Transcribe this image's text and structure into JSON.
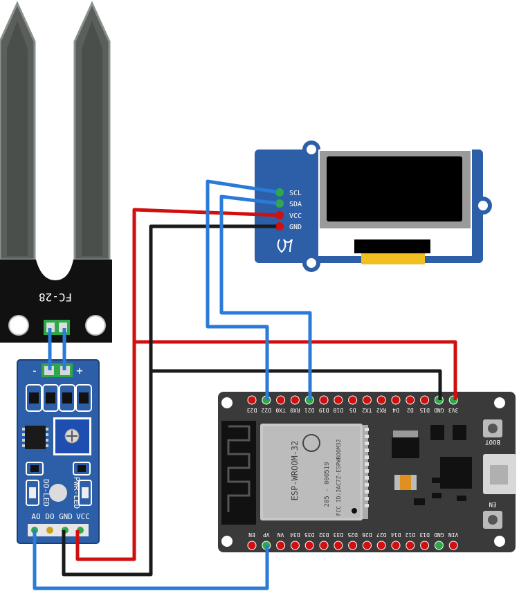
{
  "soil_sensor": {
    "model": "FC-28",
    "pin_minus": "-",
    "pin_plus": "+"
  },
  "comparator_module": {
    "led_do": "DO-LED",
    "led_pwr": "PWR-LED",
    "pins": [
      "AO",
      "DO",
      "GND",
      "VCC"
    ]
  },
  "oled": {
    "pins": [
      "SCL",
      "SDA",
      "VCC",
      "GND"
    ]
  },
  "esp32": {
    "top_pins": [
      "D23",
      "D22",
      "TX0",
      "RX0",
      "D21",
      "D19",
      "D18",
      "D5",
      "TX2",
      "RX2",
      "D4",
      "D2",
      "D15",
      "GND",
      "3V3"
    ],
    "bottom_pins": [
      "EN",
      "VP",
      "VN",
      "D34",
      "D35",
      "D32",
      "D33",
      "D25",
      "D26",
      "D27",
      "D14",
      "D12",
      "D13",
      "GND",
      "VIN"
    ],
    "module_name": "ESP-WROOM-32",
    "module_cert": "205 - 000519",
    "module_fcc": "FCC ID:2AC7Z-ESPWROOM32",
    "boot_label": "BOOT",
    "en_label": "EN"
  },
  "colors": {
    "wire_red": "#d01010",
    "wire_black": "#1a1a1a",
    "wire_blue": "#2a7bd8",
    "board_blue": "#3a5ea8",
    "module_blue": "#0f2a5c",
    "esp_board": "#3a3a3a"
  }
}
